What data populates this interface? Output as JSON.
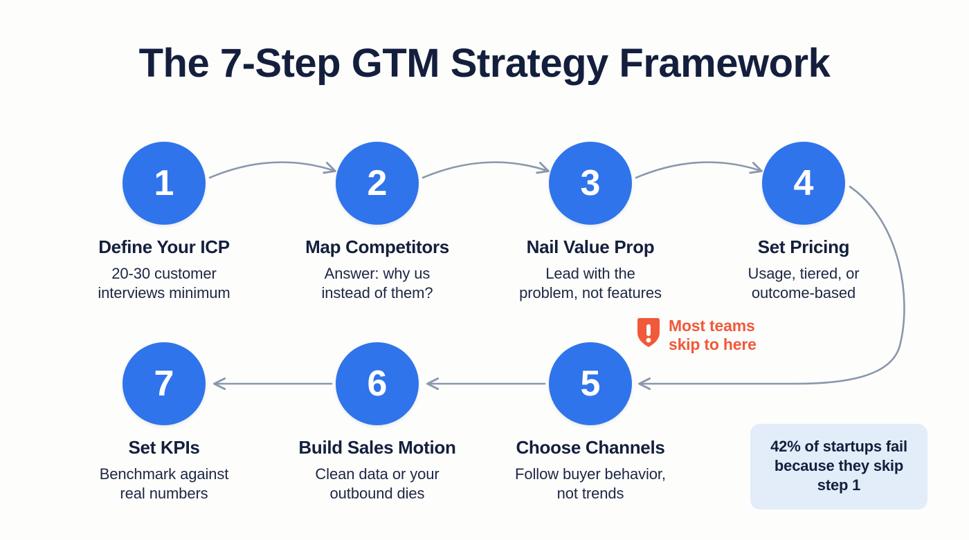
{
  "header": {
    "title": "The 7-Step GTM Strategy Framework"
  },
  "theme": {
    "background": "#fdfdfc",
    "circle_blue": "#2f74ea",
    "text_navy": "#141f3d",
    "connector_gray": "#8a97ab",
    "warning_orange": "#f0593a",
    "statbox_bg": "#e3edf9"
  },
  "steps": [
    {
      "number": "1",
      "title": "Define Your ICP",
      "desc": "20-30 customer\ninterviews minimum",
      "row": "top"
    },
    {
      "number": "2",
      "title": "Map Competitors",
      "desc": "Answer: why us\ninstead of them?",
      "row": "top"
    },
    {
      "number": "3",
      "title": "Nail Value Prop",
      "desc": "Lead with the\nproblem, not features",
      "row": "top"
    },
    {
      "number": "4",
      "title": "Set Pricing",
      "desc": "Usage, tiered, or\noutcome-based",
      "row": "top"
    },
    {
      "number": "5",
      "title": "Choose Channels",
      "desc": "Follow buyer behavior,\nnot trends",
      "row": "bottom"
    },
    {
      "number": "6",
      "title": "Build Sales Motion",
      "desc": "Clean data or your\noutbound dies",
      "row": "bottom"
    },
    {
      "number": "7",
      "title": "Set KPIs",
      "desc": "Benchmark against\nreal numbers",
      "row": "bottom"
    }
  ],
  "callout": {
    "icon": "shield-exclamation-icon",
    "text": "Most teams\nskip to here"
  },
  "statbox": {
    "text": "42% of startups fail because they skip step 1"
  }
}
